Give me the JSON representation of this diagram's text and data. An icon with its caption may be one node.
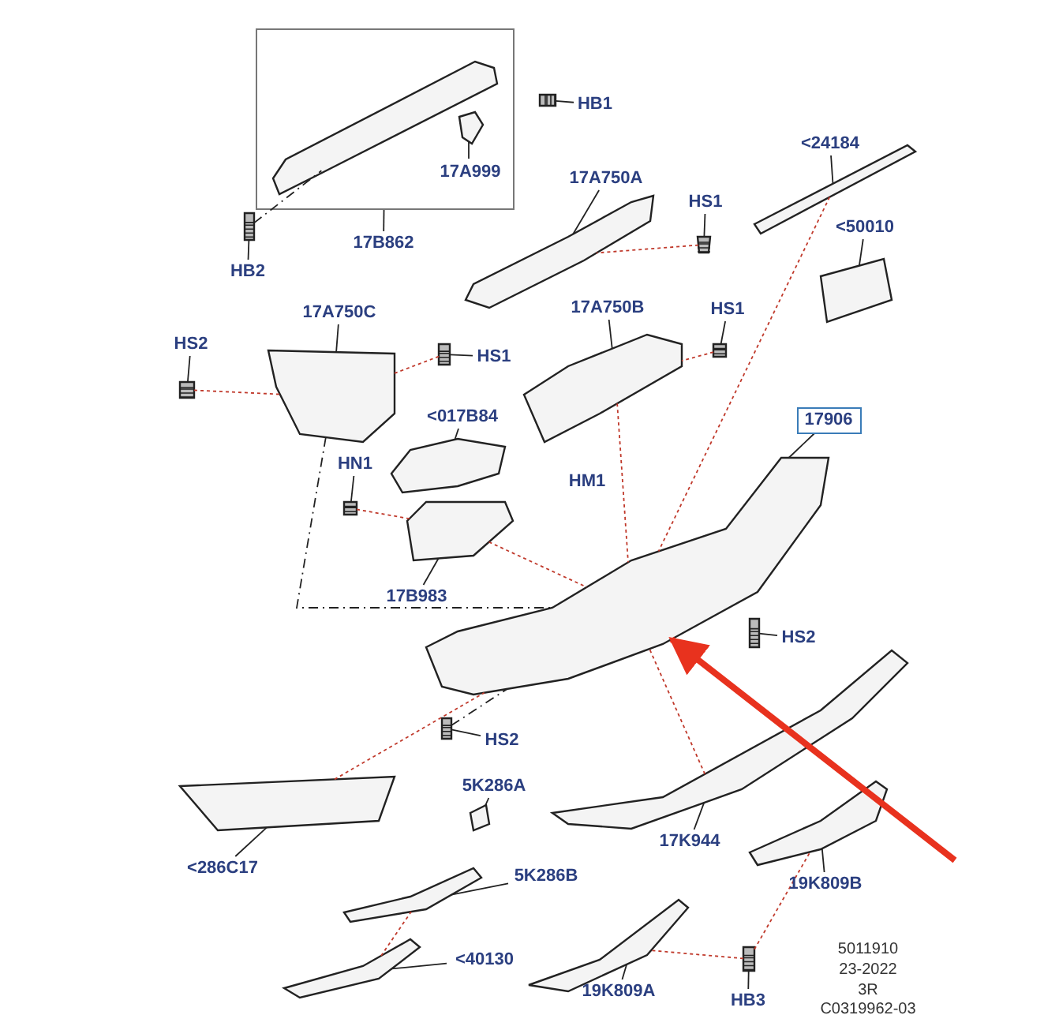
{
  "diagram": {
    "nodes": [
      {
        "text": [],
        "shape": "box"
      },
      {
        "text": [],
        "shape": "picture",
        "in": 0
      },
      {
        "text": [],
        "shape": "picture",
        "in": 0
      },
      {
        "text": [
          "17A999"
        ],
        "in": 0
      },
      {
        "text": [
          "HB1"
        ]
      },
      {
        "text": [],
        "shape": "picture"
      },
      {
        "text": [
          "HB2"
        ]
      },
      {
        "text": [],
        "shape": "picture"
      },
      {
        "text": [
          "17B862"
        ]
      },
      {
        "text": [
          "17A750A"
        ]
      },
      {
        "text": [],
        "shape": "picture"
      },
      {
        "text": [
          "HS1"
        ]
      },
      {
        "text": [],
        "shape": "picture"
      },
      {
        "text": [
          "<24184"
        ]
      },
      {
        "text": [],
        "shape": "picture"
      },
      {
        "text": [
          "<50010"
        ]
      },
      {
        "text": [],
        "shape": "picture"
      },
      {
        "text": [
          "17A750C"
        ]
      },
      {
        "text": [],
        "shape": "picture"
      },
      {
        "text": [
          "HS2"
        ]
      },
      {
        "text": [],
        "shape": "picture"
      },
      {
        "text": [
          "HS1"
        ]
      },
      {
        "text": [],
        "shape": "picture"
      },
      {
        "text": [
          "17A750B"
        ]
      },
      {
        "text": [],
        "shape": "picture"
      },
      {
        "text": [
          "HS1"
        ]
      },
      {
        "text": [],
        "shape": "picture"
      },
      {
        "text": [
          "17906"
        ]
      },
      {
        "text": [],
        "shape": "picture"
      },
      {
        "text": [
          "<017B84"
        ]
      },
      {
        "text": [],
        "shape": "picture"
      },
      {
        "text": [
          "HN1"
        ]
      },
      {
        "text": [],
        "shape": "picture"
      },
      {
        "text": [
          "17B983"
        ]
      },
      {
        "text": [],
        "shape": "picture"
      },
      {
        "text": [
          "HS2"
        ]
      },
      {
        "text": [],
        "shape": "picture"
      },
      {
        "text": [
          "HS2"
        ]
      },
      {
        "text": [],
        "shape": "picture"
      },
      {
        "text": [
          "5K286A"
        ]
      },
      {
        "text": [],
        "shape": "picture"
      },
      {
        "text": [
          "<286C17"
        ]
      },
      {
        "text": [],
        "shape": "picture"
      },
      {
        "text": [
          "5K286B"
        ]
      },
      {
        "text": [],
        "shape": "picture"
      },
      {
        "text": [
          "17K944"
        ]
      },
      {
        "text": [],
        "shape": "picture"
      },
      {
        "text": [
          "19K809B"
        ]
      },
      {
        "text": [],
        "shape": "picture"
      },
      {
        "text": [
          "<40130"
        ]
      },
      {
        "text": [],
        "shape": "picture"
      },
      {
        "text": [
          "19K809A"
        ]
      },
      {
        "text": [],
        "shape": "picture"
      },
      {
        "text": [
          "HB3"
        ]
      },
      {
        "text": [],
        "shape": "picture"
      }
    ],
    "edges": [
      {
        "from": 3,
        "to": 2,
        "arrow": "none"
      },
      {
        "from": 4,
        "to": 5,
        "arrow": "none"
      },
      {
        "from": 6,
        "to": 7,
        "arrow": "none"
      },
      {
        "from": 8,
        "to": 0,
        "arrow": "none"
      },
      {
        "from": 9,
        "to": 10,
        "arrow": "none"
      },
      {
        "from": 11,
        "to": 12,
        "arrow": "none"
      },
      {
        "from": 13,
        "to": 14,
        "arrow": "none"
      },
      {
        "from": 15,
        "to": 16,
        "arrow": "none"
      },
      {
        "from": 17,
        "to": 18,
        "arrow": "none"
      },
      {
        "from": 19,
        "to": 20,
        "arrow": "none"
      },
      {
        "from": 21,
        "to": 22,
        "arrow": "none"
      },
      {
        "from": 23,
        "to": 24,
        "arrow": "none"
      },
      {
        "from": 25,
        "to": 26,
        "arrow": "none"
      },
      {
        "from": 27,
        "to": 28,
        "arrow": "none"
      },
      {
        "from": 29,
        "to": 30,
        "arrow": "none"
      },
      {
        "from": 31,
        "to": 32,
        "arrow": "none"
      },
      {
        "from": 33,
        "to": 34,
        "arrow": "none"
      },
      {
        "from": 35,
        "to": 36,
        "arrow": "none"
      },
      {
        "from": 37,
        "to": 38,
        "arrow": "none"
      },
      {
        "from": 39,
        "to": 40,
        "arrow": "none"
      },
      {
        "from": 41,
        "to": 42,
        "arrow": "none"
      },
      {
        "from": 43,
        "to": 44,
        "arrow": "none"
      },
      {
        "from": 45,
        "to": 46,
        "arrow": "none"
      },
      {
        "from": 47,
        "to": 48,
        "arrow": "none"
      },
      {
        "from": 49,
        "to": 50,
        "arrow": "none"
      },
      {
        "from": 51,
        "to": 52,
        "arrow": "none"
      },
      {
        "from": 53,
        "to": 54,
        "arrow": "none"
      },
      {
        "from": 7,
        "to": 1,
        "arrow": "none",
        "style": "dashed"
      },
      {
        "from": 18,
        "to": 28,
        "arrow": "none",
        "style": "dashed"
      },
      {
        "from": 36,
        "to": 28,
        "arrow": "none",
        "style": "dashed"
      },
      {
        "from": 12,
        "to": 10,
        "arrow": "none",
        "style": "dashed",
        "color": "#c0392b"
      },
      {
        "from": 20,
        "to": 18,
        "arrow": "none",
        "style": "dashed",
        "color": "#c0392b"
      },
      {
        "from": 22,
        "to": 18,
        "arrow": "none",
        "style": "dashed",
        "color": "#c0392b"
      },
      {
        "from": 26,
        "to": 24,
        "arrow": "none",
        "style": "dashed",
        "color": "#c0392b"
      },
      {
        "from": 24,
        "to": 28,
        "arrow": "none",
        "style": "dashed",
        "color": "#c0392b"
      },
      {
        "from": 14,
        "to": 28,
        "arrow": "none",
        "style": "dashed",
        "color": "#c0392b"
      },
      {
        "from": 34,
        "to": 28,
        "arrow": "none",
        "style": "dashed",
        "color": "#c0392b"
      },
      {
        "from": 32,
        "to": 34,
        "arrow": "none",
        "style": "dashed",
        "color": "#c0392b"
      },
      {
        "from": 42,
        "to": 28,
        "arrow": "none",
        "style": "dashed",
        "color": "#c0392b"
      },
      {
        "from": 46,
        "to": 28,
        "arrow": "none",
        "style": "dashed",
        "color": "#c0392b"
      },
      {
        "from": 50,
        "to": 44,
        "arrow": "none",
        "style": "dashed",
        "color": "#c0392b"
      },
      {
        "from": 54,
        "to": 52,
        "arrow": "none",
        "style": "dashed",
        "color": "#c0392b"
      },
      {
        "from": 54,
        "to": 48,
        "arrow": "none",
        "style": "dashed",
        "color": "#c0392b"
      },
      {
        "from": null,
        "to": 28,
        "arrow": "to",
        "style": "thick",
        "color": "#e8321e"
      }
    ],
    "labels": [
      "HM1",
      "5011910",
      "23-2022",
      "3R",
      "C0319962-03"
    ]
  }
}
